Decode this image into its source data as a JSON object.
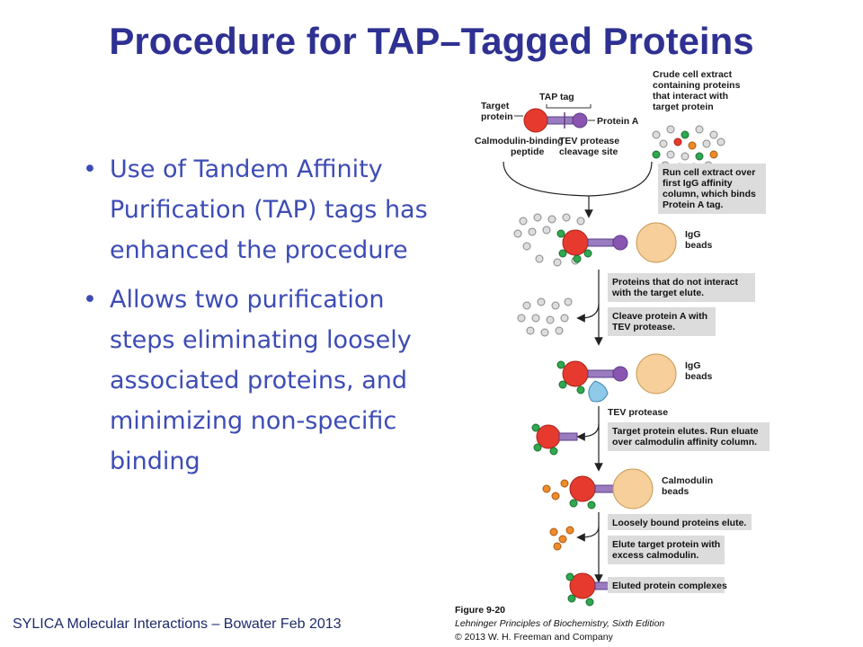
{
  "slide": {
    "title": "Procedure for TAP–Tagged Proteins",
    "bullets": [
      "Use of Tandem Affinity Purification (TAP) tags has enhanced the procedure",
      "Allows two purification steps eliminating loosely associated proteins, and minimizing non-specific binding"
    ],
    "footer": "SYLICA Molecular Interactions – Bowater Feb 2013"
  },
  "figure": {
    "labels": {
      "tap_tag": "TAP tag",
      "target_protein_1": "Target",
      "target_protein_2": "protein",
      "protein_a": "Protein A",
      "calmodulin_binding_1": "Calmodulin-binding",
      "calmodulin_binding_2": "peptide",
      "tev_site_1": "TEV protease",
      "tev_site_2": "cleavage site",
      "crude_1": "Crude cell extract",
      "crude_2": "containing proteins",
      "crude_3": "that interact with",
      "crude_4": "target protein",
      "igg_beads_1": "IgG",
      "igg_beads_2": "beads",
      "tev_protease": "TEV protease",
      "calmodulin_beads_1": "Calmodulin",
      "calmodulin_beads_2": "beads"
    },
    "steps": {
      "s1_l1": "Run cell extract over",
      "s1_l2": "first IgG affinity",
      "s1_l3": "column, which binds",
      "s1_l4": "Protein A tag.",
      "s2_l1": "Proteins that do not interact",
      "s2_l2": "with the target elute.",
      "s3_l1": "Cleave protein A with",
      "s3_l2": "TEV protease.",
      "s4_l1": "Target protein elutes. Run eluate",
      "s4_l2": "over calmodulin affinity column.",
      "s5_l1": "Loosely bound proteins elute.",
      "s6_l1": "Elute target protein with",
      "s6_l2": "excess calmodulin.",
      "s7_l1": "Eluted protein complexes"
    },
    "caption": {
      "figure_no": "Figure 9-20",
      "book": "Lehninger Principles of Biochemistry, Sixth Edition",
      "copyright": "© 2013 W. H. Freeman and Company"
    },
    "colors": {
      "target": "#e63a2e",
      "protein_a": "#8a55b0",
      "igg_bead": "#f6cf9a",
      "step_box": "#dcdcdc",
      "green_partner": "#2fa84f",
      "orange_partner": "#ef8a2a"
    }
  }
}
